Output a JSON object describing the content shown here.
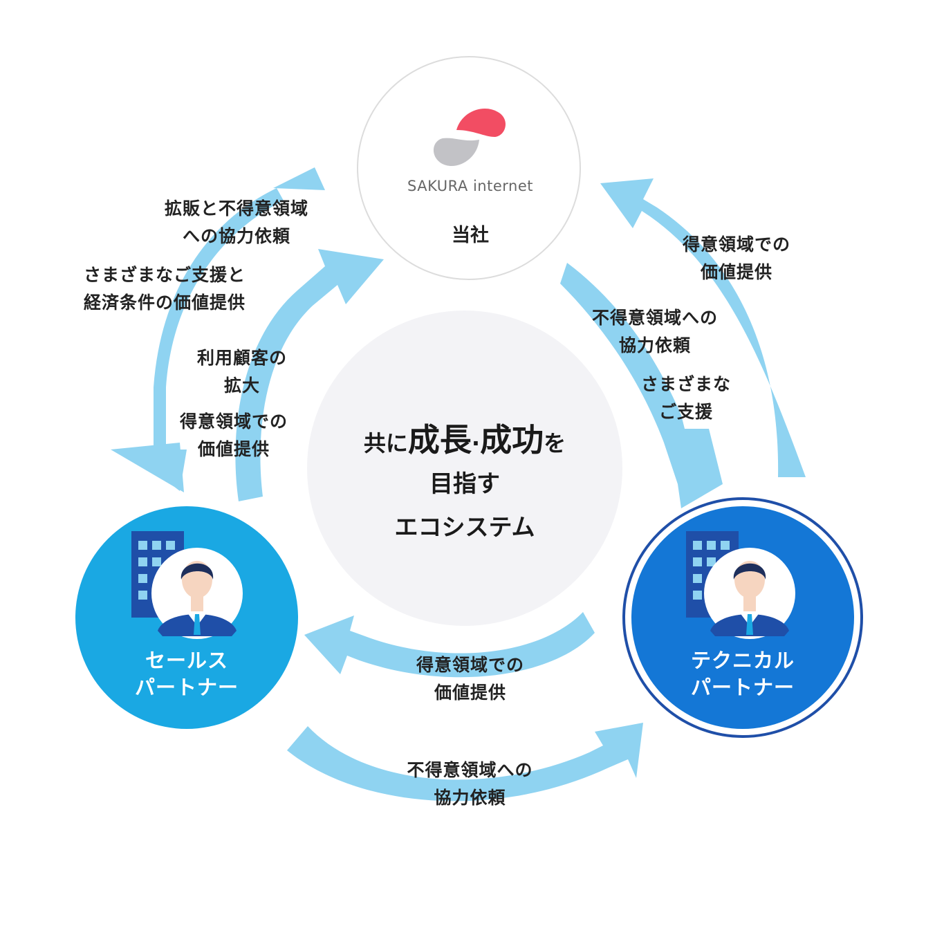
{
  "top_node": {
    "logo_text": "SAKURA internet",
    "label": "当社"
  },
  "center": {
    "prefix": "共に",
    "highlight_1": "成長",
    "separator": "·",
    "highlight_2": "成功",
    "suffix": "を",
    "line_2": "目指す",
    "line_3": "エコシステム"
  },
  "left_node": {
    "line_1": "セールス",
    "line_2": "パートナー"
  },
  "right_node": {
    "line_1": "テクニカル",
    "line_2": "パートナー"
  },
  "labels": {
    "top_left_outer_1": {
      "line_1": "拡販と不得意領域",
      "line_2": "への協力依頼"
    },
    "top_left_outer_2": {
      "line_1": "さまざまなご支援と",
      "line_2": "経済条件の価値提供"
    },
    "left_inner_1": {
      "line_1": "利用顧客の",
      "line_2": "拡大"
    },
    "left_inner_2": {
      "line_1": "得意領域での",
      "line_2": "価値提供"
    },
    "right_outer": {
      "line_1": "得意領域での",
      "line_2": "価値提供"
    },
    "right_inner_1": {
      "line_1": "不得意領域への",
      "line_2": "協力依頼"
    },
    "right_inner_2": {
      "line_1": "さまざまな",
      "line_2": "ご支援"
    },
    "bottom_inner": {
      "line_1": "得意領域での",
      "line_2": "価値提供"
    },
    "bottom_outer": {
      "line_1": "不得意領域への",
      "line_2": "協力依頼"
    }
  },
  "colors": {
    "arrow": "#8fd3f1",
    "sales_partner": "#1aa8e3",
    "technical_partner": "#1477d6",
    "technical_ring": "#1f4fa8",
    "center_circle": "#f3f3f6",
    "logo_red": "#f24d63",
    "logo_gray": "#c2c2c6",
    "building": "#1f4fa8",
    "suit": "#1f4fa8"
  }
}
